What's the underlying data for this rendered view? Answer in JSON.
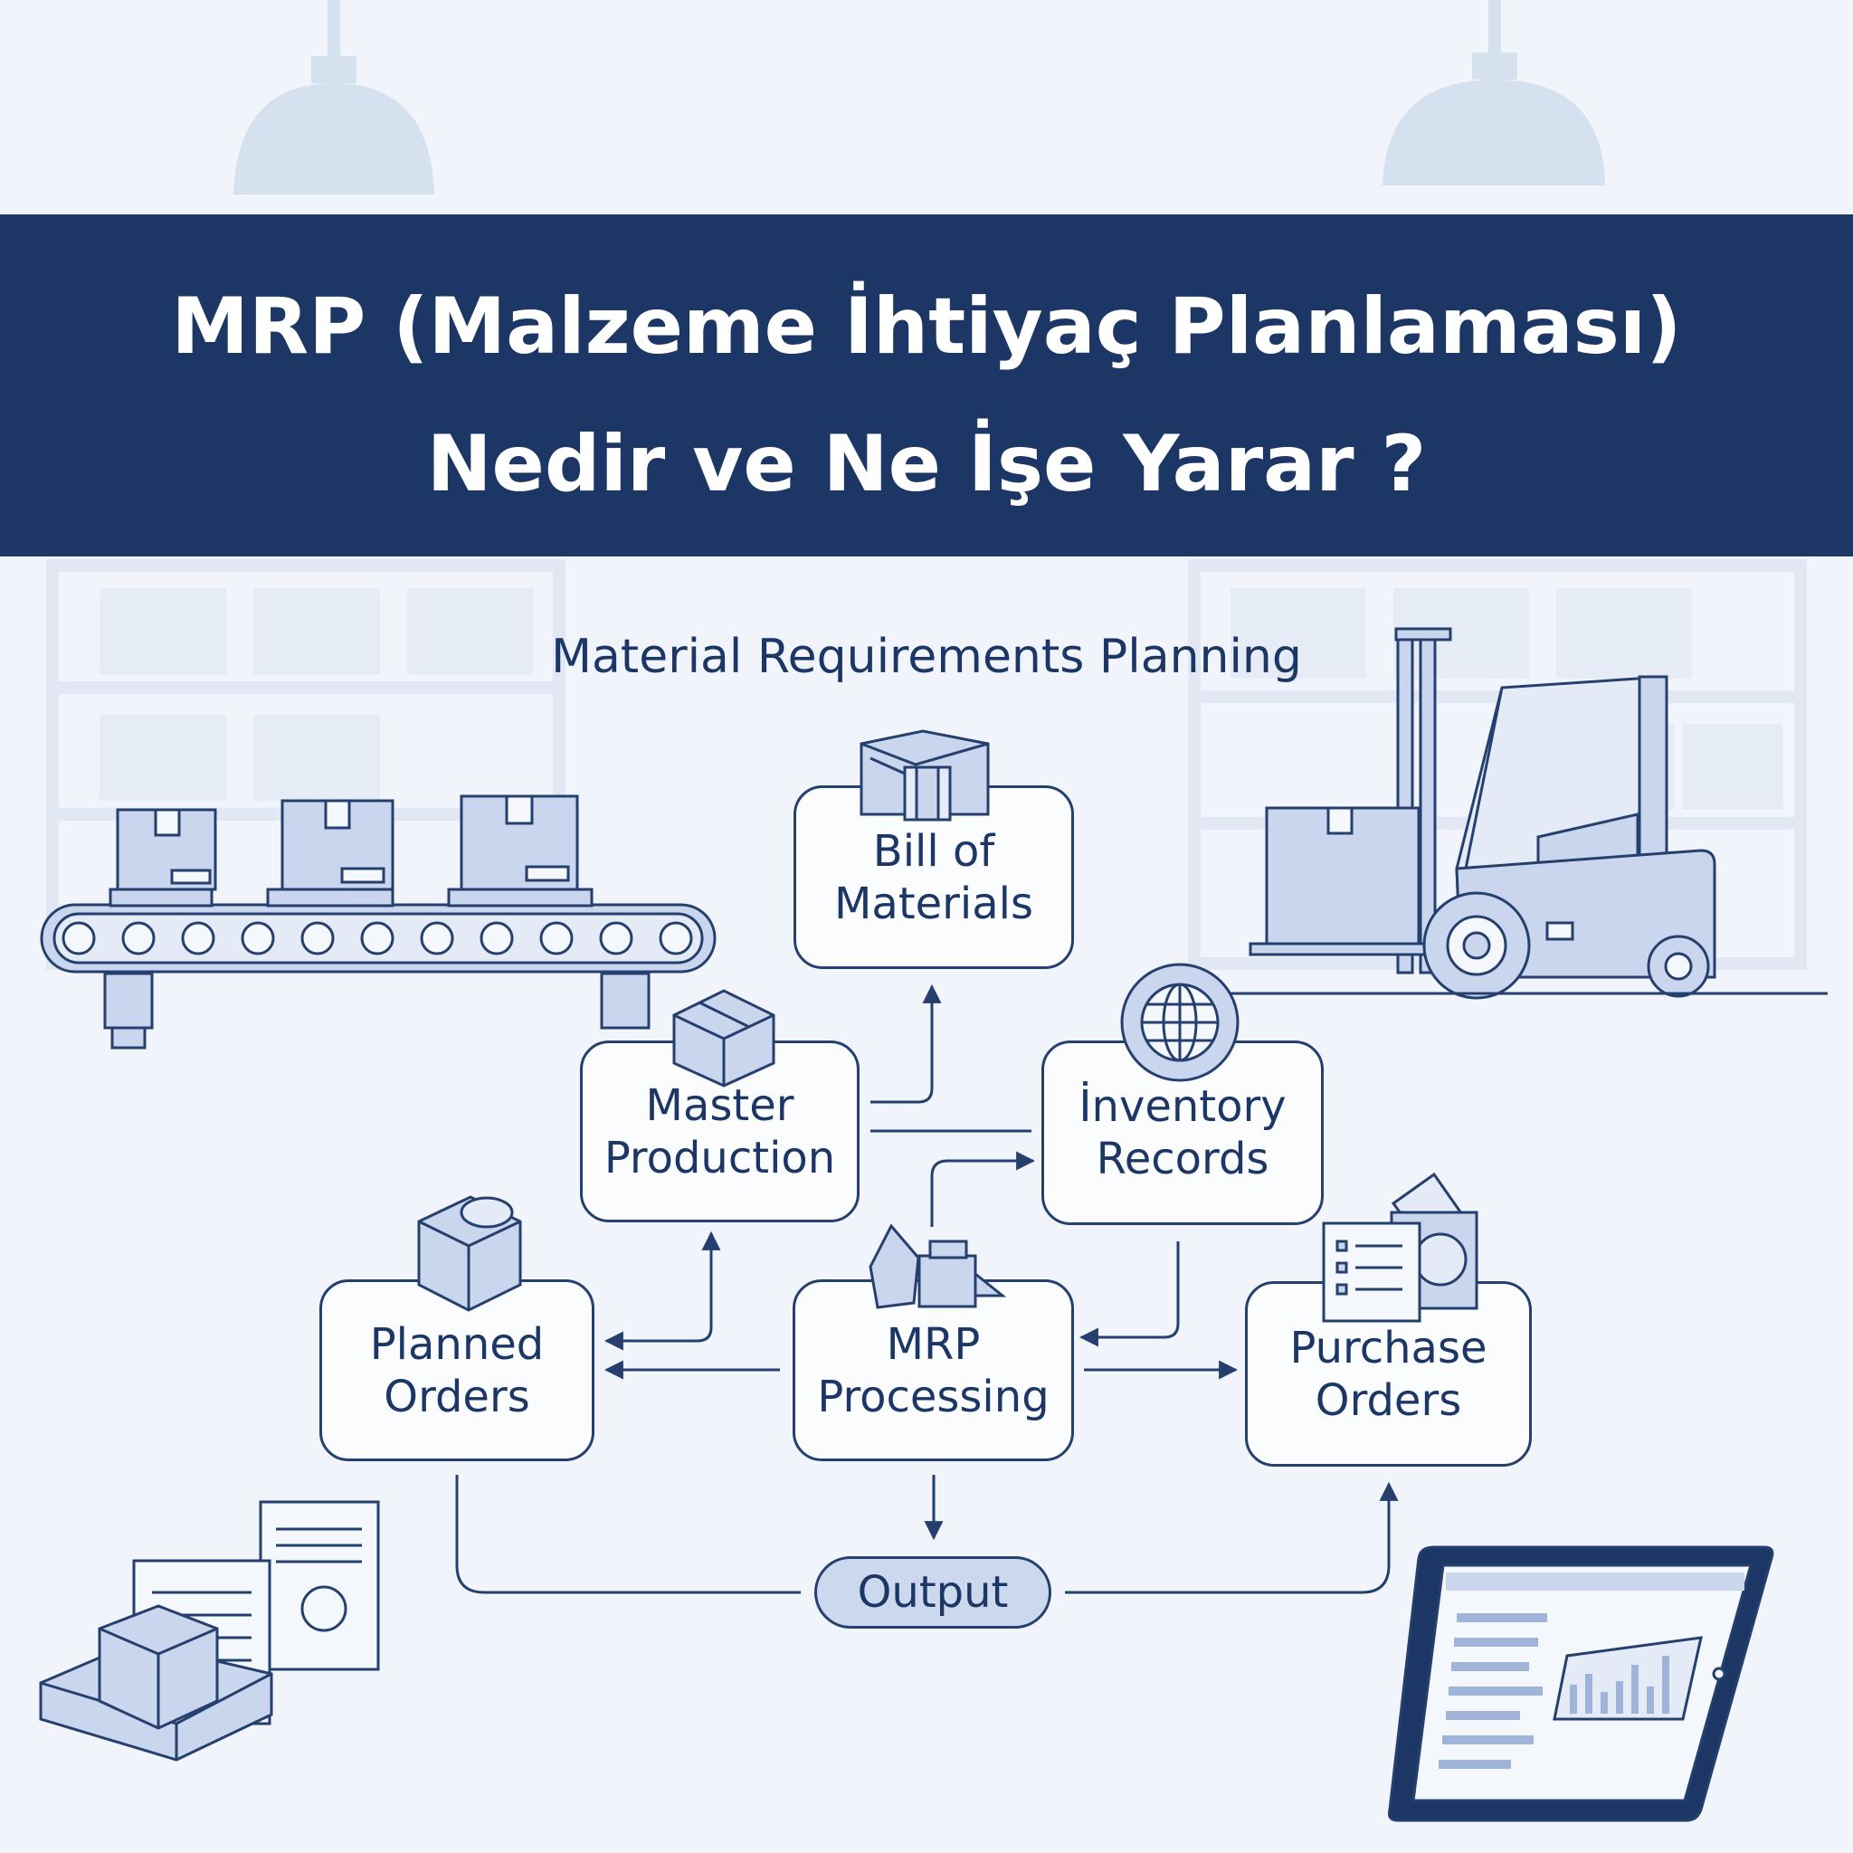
{
  "header": {
    "title_line1": "MRP (Malzeme İhtiyaç Planlaması)",
    "title_line2": "Nedir ve Ne İşe Yarar ?"
  },
  "diagram": {
    "subtitle": "Material Requirements Planning",
    "nodes": {
      "bill_of_materials": [
        "Bill of",
        "Materials"
      ],
      "master_production": [
        "Master",
        "Production"
      ],
      "inventory_records": [
        "İnventory",
        "Records"
      ],
      "planned_orders": [
        "Planned",
        "Orders"
      ],
      "mrp_processing": [
        "MRP",
        "Processing"
      ],
      "purchase_orders": [
        "Purchase",
        "Orders"
      ],
      "output": "Output"
    }
  },
  "colors": {
    "navy": "#1c3665",
    "line": "#25406e",
    "illustration_fill": "#c9d6ee",
    "background": "#f1f5fb"
  },
  "icons": [
    "ceiling-lamp-icon",
    "conveyor-belt-icon",
    "forklift-icon",
    "box-icon",
    "globe-icon",
    "documents-icon",
    "tablet-chart-icon",
    "pallet-icon"
  ]
}
